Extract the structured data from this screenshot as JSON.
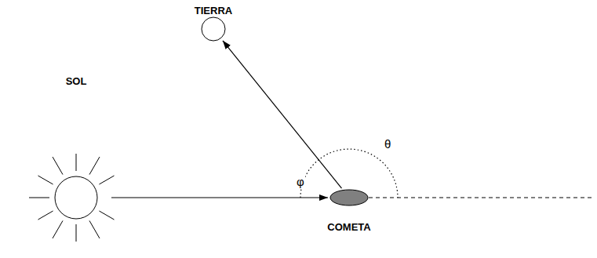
{
  "diagram": {
    "nodes": [
      {
        "text": [
          "TIERRA"
        ]
      },
      {
        "text": [
          "SOL"
        ]
      },
      {
        "text": [
          "COMETA"
        ]
      }
    ],
    "edges": [
      {
        "from": 1,
        "to": 2,
        "arrow": "to"
      },
      {
        "from": 2,
        "to": 0,
        "arrow": "to"
      }
    ],
    "labels": [
      "φ",
      "θ"
    ]
  }
}
